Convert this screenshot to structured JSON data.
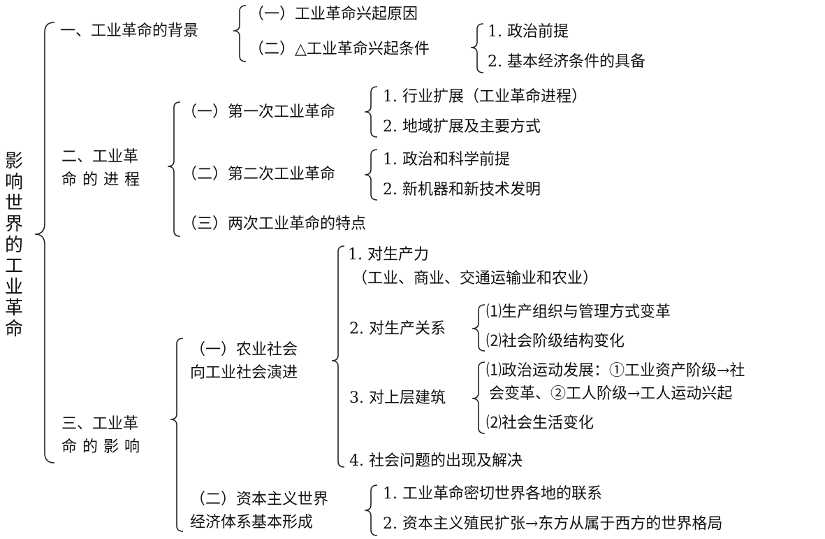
{
  "root": "影响世界的工业革命",
  "s1": {
    "title": "一、工业革命的背景",
    "a": "（一）工业革命兴起原因",
    "b": "（二）△工业革命兴起条件",
    "b_items": [
      "1. 政治前提",
      "2. 基本经济条件的具备"
    ]
  },
  "s2": {
    "title_l1": "二、工业革",
    "title_l2": "命的进程",
    "a": "（一）第一次工业革命",
    "a_items": [
      "1. 行业扩展（工业革命进程）",
      "2. 地域扩展及主要方式"
    ],
    "b": "（二）第二次工业革命",
    "b_items": [
      "1. 政治和科学前提",
      "2. 新机器和新技术发明"
    ],
    "c": "（三）两次工业革命的特点"
  },
  "s3": {
    "title_l1": "三、工业革",
    "title_l2": "命的影响",
    "a_l1": "（一）农业社会",
    "a_l2": "向工业社会演进",
    "a1_l1": "1. 对生产力",
    "a1_l2": "（工业、商业、交通运输业和农业）",
    "a2": "2. 对生产关系",
    "a2_items": [
      "⑴生产组织与管理方式变革",
      "⑵社会阶级结构变化"
    ],
    "a3": "3. 对上层建筑",
    "a3_item1_l1": "⑴政治运动发展：①工业资产阶级→社",
    "a3_item1_l2": "会变革、②工人阶级→工人运动兴起",
    "a3_item2": "⑵社会生活变化",
    "a4": "4. 社会问题的出现及解决",
    "b_l1": "（二）资本主义世界",
    "b_l2": "经济体系基本形成",
    "b_items": [
      "1. 工业革命密切世界各地的联系",
      "2. 资本主义殖民扩张→东方从属于西方的世界格局"
    ]
  }
}
